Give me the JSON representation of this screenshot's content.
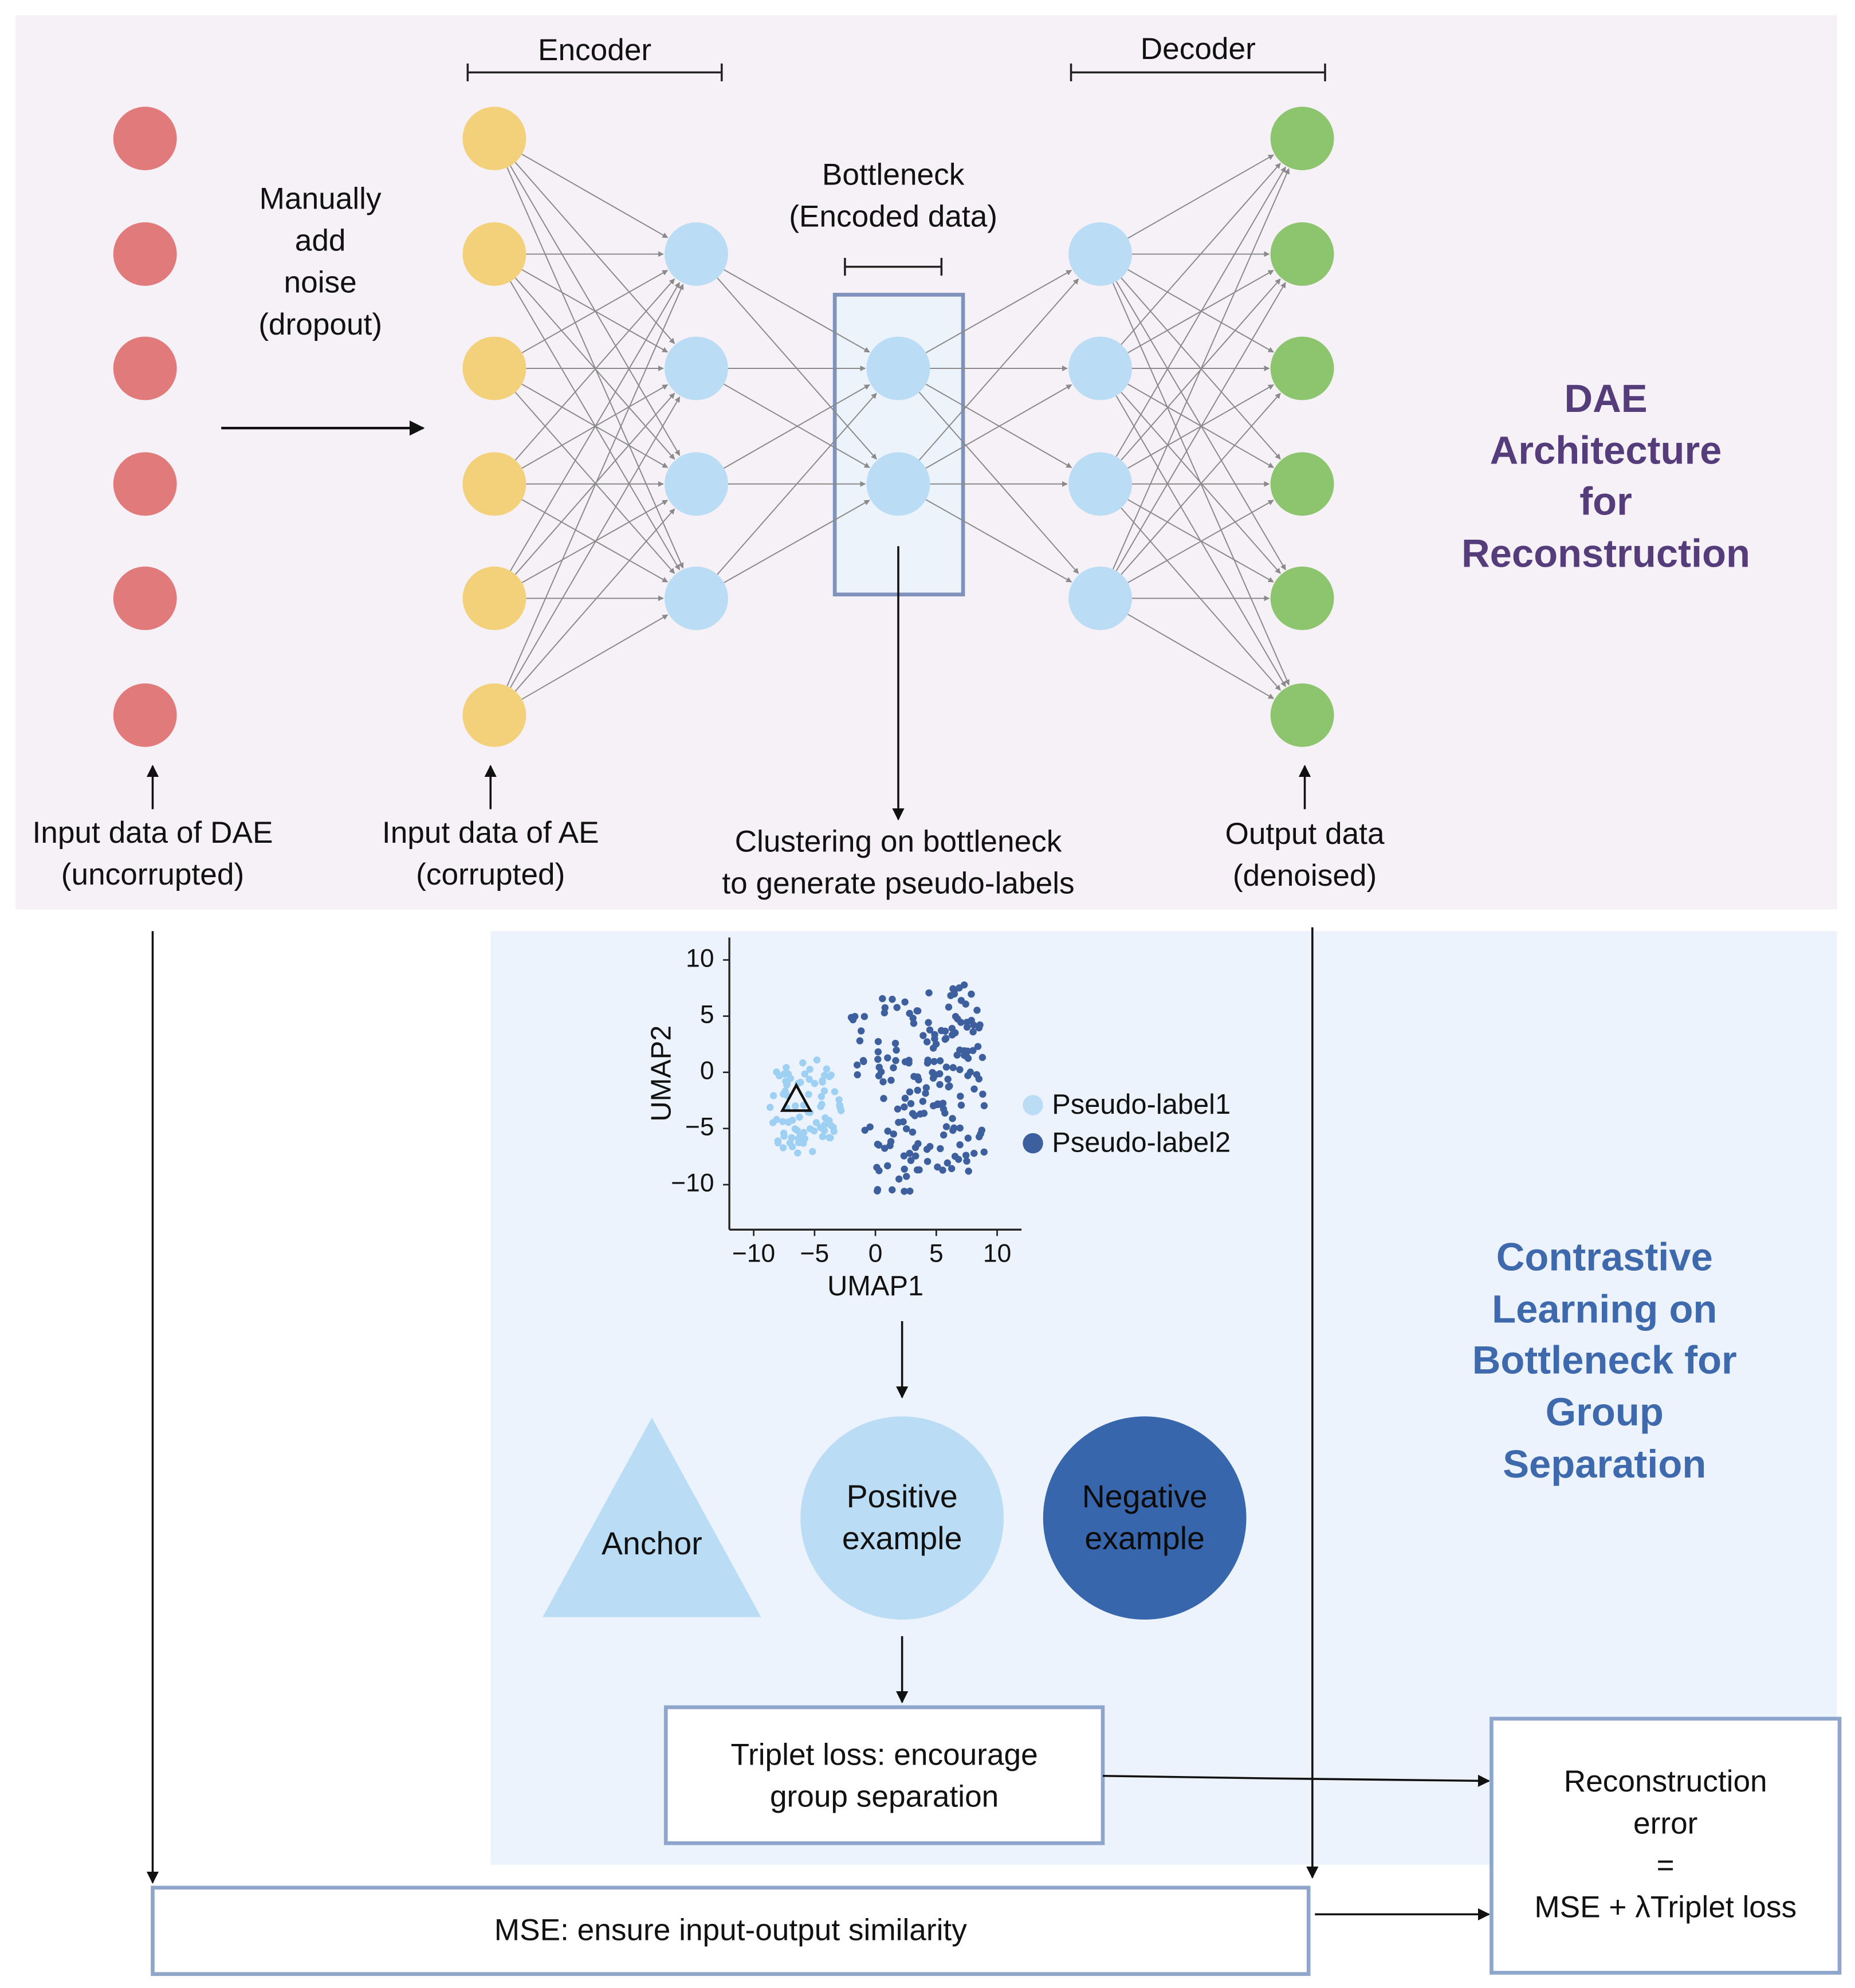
{
  "colors": {
    "top_panel_bg": "#f6f1f6",
    "bottom_panel_bg": "#ecf3fc",
    "input_node": "#e17a7b",
    "corrupted_node": "#f2d17a",
    "hidden_node": "#badcf4",
    "output_node": "#8dc46e",
    "edge": "#8a8a8a",
    "box_border": "#8fa6cc",
    "dae_title": "#553d7c",
    "cl_title": "#3f69ad",
    "label1": "#9dd0f2",
    "label2": "#3e5f9e"
  },
  "encoder_label": "Encoder",
  "decoder_label": "Decoder",
  "bottleneck_label": [
    "Bottleneck",
    "(Encoded data)"
  ],
  "noise_label": [
    "Manually",
    "add",
    "noise",
    "(dropout)"
  ],
  "input_dae_label": [
    "Input data of DAE",
    "(uncorrupted)"
  ],
  "input_ae_label": [
    "Input data of AE",
    "(corrupted)"
  ],
  "clustering_label": [
    "Clustering on bottleneck",
    "to generate pseudo-labels"
  ],
  "output_label": [
    "Output data",
    "(denoised)"
  ],
  "dae_title": [
    "DAE",
    "Architecture",
    "for",
    "Reconstruction"
  ],
  "cl_title": [
    "Contrastive",
    "Learning on",
    "Bottleneck for",
    "Group",
    "Separation"
  ],
  "anchor_label": "Anchor",
  "positive_label": [
    "Positive",
    "example"
  ],
  "negative_label": [
    "Negative",
    "example"
  ],
  "triplet_label": [
    "Triplet loss: encourage",
    "group separation"
  ],
  "mse_label": "MSE: ensure input-output similarity",
  "recon_label": [
    "Reconstruction",
    "error",
    "=",
    "MSE + λTriplet loss"
  ],
  "chart_data": {
    "type": "scatter",
    "xlabel": "UMAP1",
    "ylabel": "UMAP2",
    "xlim": [
      -12,
      12
    ],
    "ylim": [
      -14,
      12
    ],
    "xticks": [
      -10,
      -5,
      0,
      5,
      10
    ],
    "yticks": [
      -10,
      -5,
      0,
      5,
      10
    ],
    "xtick_labels": [
      "−10",
      "−5",
      "0",
      "5",
      "10"
    ],
    "ytick_labels": [
      "−10",
      "−5",
      "0",
      "5",
      "10"
    ],
    "legend_position": "right",
    "anchor_point": [
      -6.5,
      -2.5
    ],
    "series": [
      {
        "name": "Pseudo-label1",
        "color": "#9dd0f2",
        "cluster": {
          "center": [
            -6,
            -3
          ],
          "rx": 3.2,
          "ry": 4.5,
          "count": 85
        }
      },
      {
        "name": "Pseudo-label2",
        "color": "#3e5f9e",
        "cluster": {
          "x_range": [
            -2,
            9
          ],
          "y_range": [
            -11,
            8
          ],
          "count": 190
        }
      }
    ]
  }
}
